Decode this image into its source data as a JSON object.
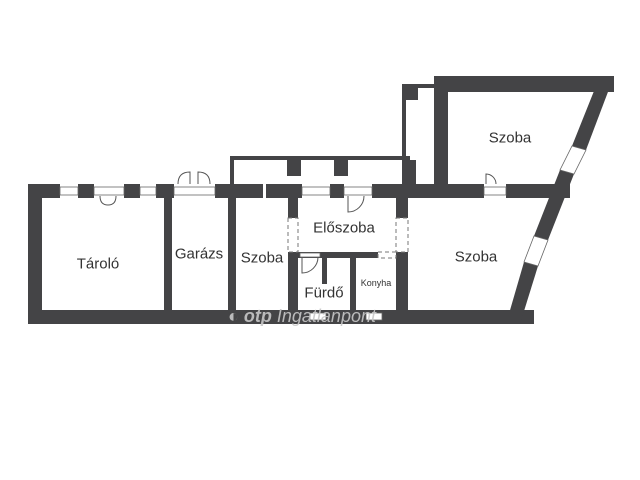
{
  "floorplan": {
    "rooms": [
      {
        "id": "taroло",
        "label": "Tároló"
      },
      {
        "id": "garazs",
        "label": "Garázs"
      },
      {
        "id": "szoba1",
        "label": "Szoba"
      },
      {
        "id": "eloszoba",
        "label": "Előszoba"
      },
      {
        "id": "furdo",
        "label": "Fürdő"
      },
      {
        "id": "konyha",
        "label": "Konyha"
      },
      {
        "id": "szoba2",
        "label": "Szoba"
      },
      {
        "id": "szoba3",
        "label": "Szoba"
      }
    ],
    "colors": {
      "wall": "#444446",
      "background": "#ffffff"
    }
  },
  "watermark": {
    "brand": "otp",
    "text": "Ingatlanpont"
  }
}
